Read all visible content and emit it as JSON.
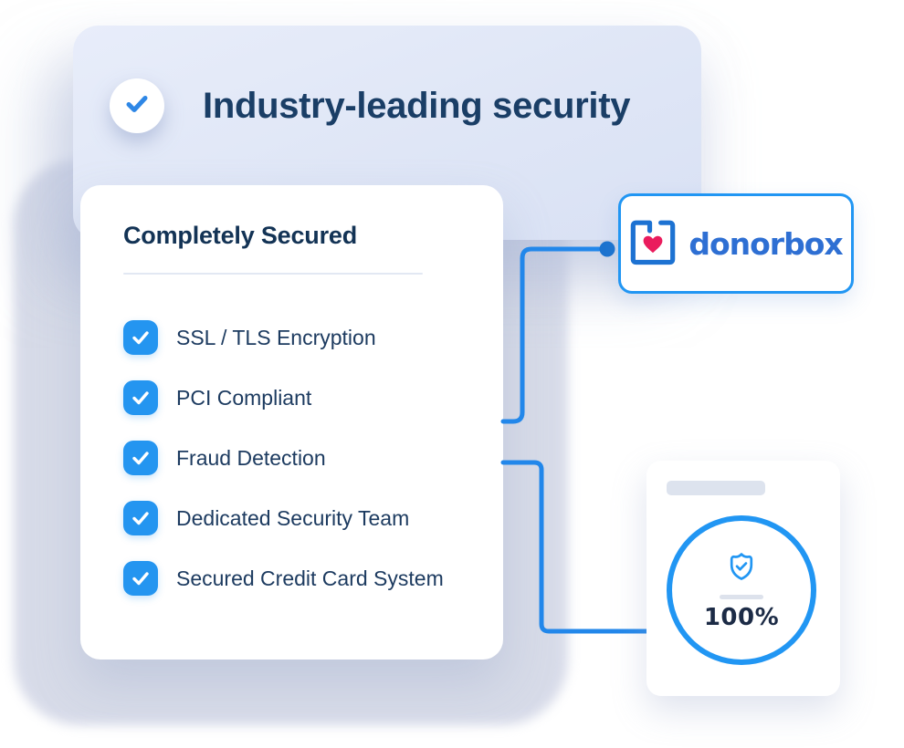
{
  "header": {
    "title": "Industry-leading security",
    "badge_icon": "check-icon"
  },
  "card": {
    "heading": "Completely Secured",
    "items": [
      "SSL / TLS Encryption",
      "PCI Compliant",
      "Fraud Detection",
      "Dedicated Security Team",
      "Secured Credit Card System"
    ],
    "item_icon": "checkbox-check-icon"
  },
  "partner": {
    "wordmark": "donorbox",
    "logo_icons": [
      "donation-box-icon",
      "heart-icon"
    ]
  },
  "score": {
    "value": "100%",
    "icon": "shield-check-icon"
  },
  "colors": {
    "accent_blue": "#2196f3",
    "connector_blue": "#2287ea",
    "connector_dot_blue": "#1c73cf",
    "brand_blue": "#2e6fd3",
    "heart_pink": "#ea1c5d",
    "navy_text": "#1a3e66",
    "card_heading_navy": "#133355",
    "list_text_navy": "#1d3b60",
    "header_card_bg": "#dfe6f6",
    "background_blob": "#d4d8e7",
    "skeleton_gray": "#dde3ee"
  }
}
